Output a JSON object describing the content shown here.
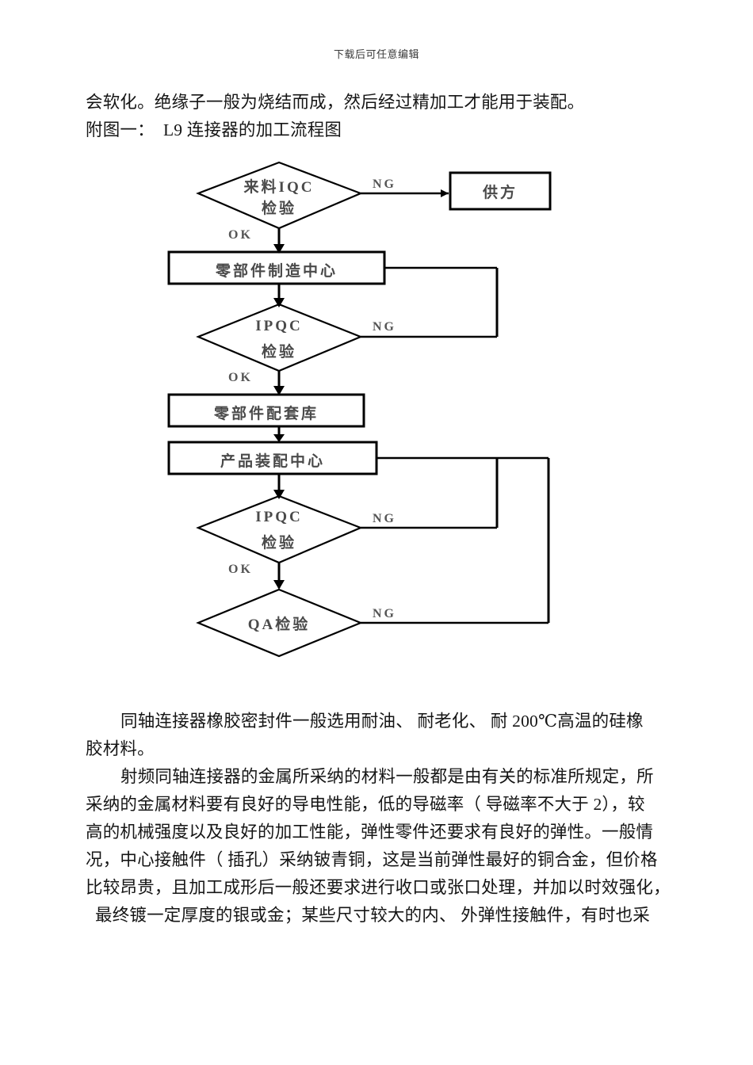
{
  "header": {
    "watermark": "下载后可任意编辑"
  },
  "intro": {
    "lines": [
      "会软化。绝缘子一般为烧结而成，然后经过精加工才能用于装配。",
      "附图一：  L9 连接器的加工流程图"
    ]
  },
  "flowchart": {
    "title": "L9 连接器的加工流程图",
    "nodes": [
      {
        "id": "iqc",
        "shape": "diamond",
        "label_line1": "来料IQC",
        "label_line2": "检验"
      },
      {
        "id": "supplier",
        "shape": "rect",
        "label_line1": "供方",
        "label_line2": ""
      },
      {
        "id": "partmfg",
        "shape": "rect",
        "label_line1": "零部件制造中心",
        "label_line2": ""
      },
      {
        "id": "ipqc1",
        "shape": "diamond",
        "label_line1": "IPQC",
        "label_line2": "检验"
      },
      {
        "id": "partstore",
        "shape": "rect",
        "label_line1": "零部件配套库",
        "label_line2": ""
      },
      {
        "id": "assembly",
        "shape": "rect",
        "label_line1": "产品装配中心",
        "label_line2": ""
      },
      {
        "id": "ipqc2",
        "shape": "diamond",
        "label_line1": "IPQC",
        "label_line2": "检验"
      },
      {
        "id": "qa",
        "shape": "diamond",
        "label_line1": "QA检验",
        "label_line2": ""
      }
    ],
    "branch_labels": {
      "ng_iqc": "NG",
      "ok_iqc": "OK",
      "ng_ipqc1": "NG",
      "ok_ipqc1": "OK",
      "ng_ipqc2": "NG",
      "ok_ipqc2": "OK",
      "ng_qa": "NG"
    },
    "stroke_color": "#000000"
  },
  "outro": {
    "lines": [
      "同轴连接器橡胶密封件一般选用耐油、 耐老化、 耐 200℃高温的硅橡",
      "胶材料。",
      "射频同轴连接器的金属所采纳的材料一般都是由有关的标准所规定，所",
      "采纳的金属材料要有良好的导电性能，低的导磁率（ 导磁率不大于 2），较",
      "高的机械强度以及良好的加工性能，弹性零件还要求有良好的弹性。一般情",
      "况，中心接触件（ 插孔）采纳铍青铜，这是当前弹性最好的铜合金，但价格",
      "比较昂贵，且加工成形后一般还要求进行收口或张口处理，并加以时效强化，",
      "最终镀一定厚度的银或金；某些尺寸较大的内、 外弹性接触件，有时也采"
    ]
  }
}
